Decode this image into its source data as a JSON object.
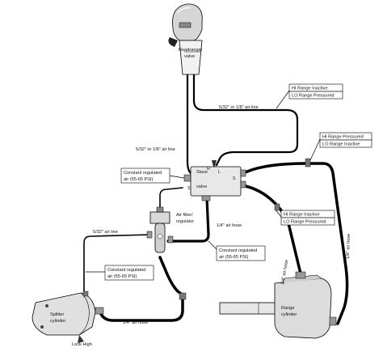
{
  "labels": {
    "roadranger_valve_1": "Roadranger",
    "roadranger_valve_2": "valve",
    "air_line_532_or_18_top": "5/32\" or 1/8\" air line",
    "air_line_532_or_18_left": "5/32\" or 1/8\" air line",
    "hi_range_inactive": "HI Range   Inactive",
    "lo_range_pressured": "LO Range   Pressured",
    "hi_range_pressured": "HI Range   Pressured",
    "lo_range_inactive": "LO Range   Inactive",
    "slave_valve_1": "Slave",
    "slave_valve_2": "valve",
    "valve_port_h": "H",
    "valve_port_l": "L",
    "valve_port_s_left": "S",
    "valve_port_s_right": "S",
    "constant_air_top_1": "Constant regulated",
    "constant_air_top_2": "air (55-65 PSI)",
    "constant_air_mid_1": "Constant regulated",
    "constant_air_mid_2": "air (55-65 PSI)",
    "constant_air_left_1": "Constant regulated",
    "constant_air_left_2": "air (55-65 PSI)",
    "air_filter_1": "Air filter/",
    "air_filter_2": "regulator",
    "air_line_532": "5/32\" air line",
    "hose_14_valve": "1/4\" air hose",
    "hose_14_right": "1/4\" air hose",
    "hose_14_range": "1/4\" air hose",
    "hose_14_splitter": "1/4\" air hose",
    "hi_range_inactive_2": "HI Range   Inactive",
    "lo_range_pressured_2": "LO Range   Pressured",
    "splitter_cylinder_1": "Splitter",
    "splitter_cylinder_2": "cylinder",
    "range_cylinder_1": "Range",
    "range_cylinder_2": "cylinder",
    "lock_high": "Lock High"
  }
}
